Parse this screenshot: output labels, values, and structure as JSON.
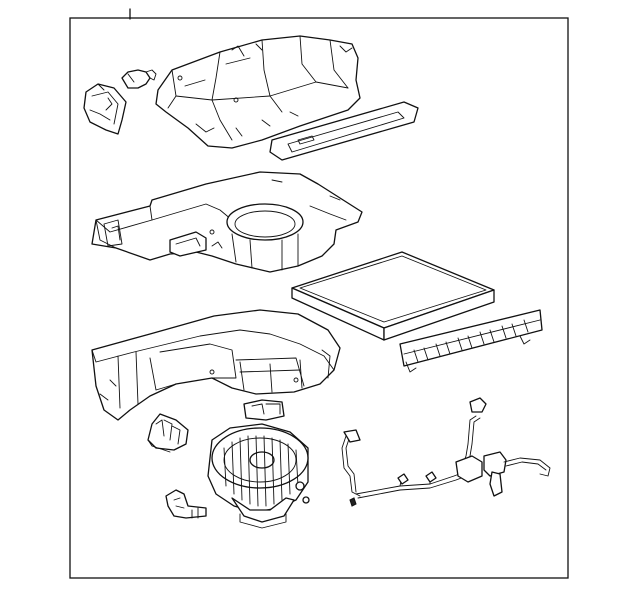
{
  "diagram": {
    "style": "exploded parts line drawing",
    "background": "#ffffff",
    "line_color": "#111111",
    "parts": [
      {
        "id": "upper-case",
        "icon": "hvac-upper-case"
      },
      {
        "id": "mode-actuator",
        "icon": "servo-actuator"
      },
      {
        "id": "aspirator-sensor",
        "icon": "sensor"
      },
      {
        "id": "upper-filter-frame",
        "icon": "filter-frame"
      },
      {
        "id": "lower-case",
        "icon": "hvac-lower-case"
      },
      {
        "id": "cabin-air-filter",
        "icon": "air-filter"
      },
      {
        "id": "filter-cover",
        "icon": "filter-cover-grille"
      },
      {
        "id": "blower-housing",
        "icon": "blower-housing"
      },
      {
        "id": "resistor",
        "icon": "blower-resistor"
      },
      {
        "id": "connector-clip",
        "icon": "connector"
      },
      {
        "id": "blower-motor",
        "icon": "blower-motor-fan"
      },
      {
        "id": "drain-hose",
        "icon": "drain-hose"
      },
      {
        "id": "wire-harness",
        "icon": "wiring-harness"
      }
    ]
  }
}
